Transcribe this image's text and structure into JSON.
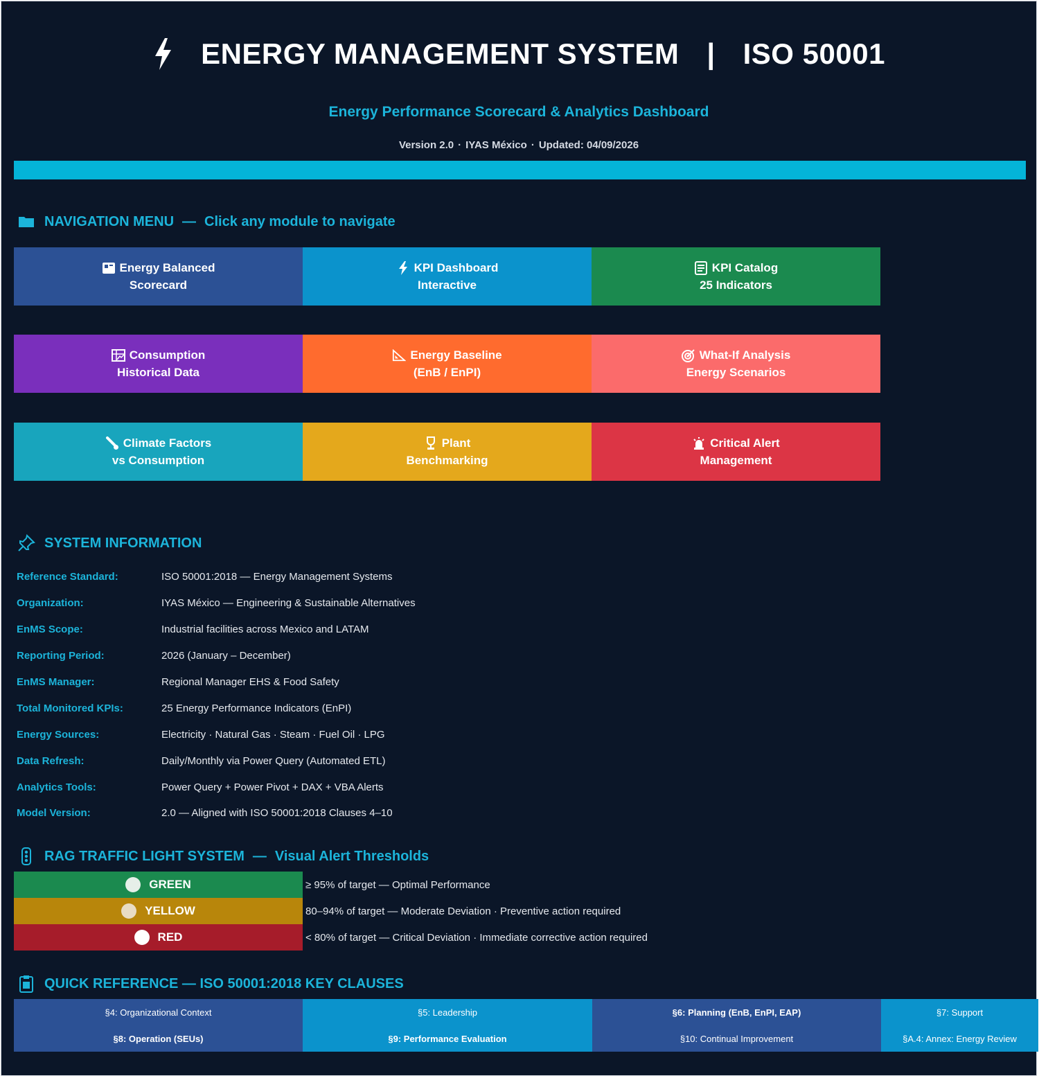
{
  "header": {
    "title_left": "ENERGY MANAGEMENT SYSTEM",
    "separator": "|",
    "title_right": "ISO 50001",
    "subtitle": "Energy Performance Scorecard & Analytics Dashboard",
    "version": "Version 2.0",
    "org": "IYAS México",
    "updated": "Updated: 04/09/2026",
    "dot": "·"
  },
  "nav": {
    "title": "NAVIGATION MENU",
    "dash": "—",
    "hint": "Click any module to navigate",
    "tiles": [
      {
        "line1": "Energy Balanced",
        "line2": "Scorecard",
        "icon": "scorecard-icon",
        "color": "#2c5195"
      },
      {
        "line1": "KPI Dashboard",
        "line2": "Interactive",
        "icon": "lightning-icon",
        "color": "#0b93cc"
      },
      {
        "line1": "KPI Catalog",
        "line2": "25 Indicators",
        "icon": "catalog-icon",
        "color": "#1b8a4f"
      },
      {
        "line1": "Consumption",
        "line2": "Historical Data",
        "icon": "grid-chart-icon",
        "color": "#7a2fbc"
      },
      {
        "line1": "Energy Baseline",
        "line2": "(EnB / EnPI)",
        "icon": "triangle-ruler-icon",
        "color": "#ff6b2e"
      },
      {
        "line1": "What-If Analysis",
        "line2": "Energy Scenarios",
        "icon": "target-icon",
        "color": "#fb6b6b"
      },
      {
        "line1": "Climate Factors",
        "line2": "vs Consumption",
        "icon": "thermometer-icon",
        "color": "#18a5bd"
      },
      {
        "line1": "Plant",
        "line2": "Benchmarking",
        "icon": "trophy-icon",
        "color": "#e4a81c"
      },
      {
        "line1": "Critical Alert",
        "line2": "Management",
        "icon": "alarm-icon",
        "color": "#dc3545"
      }
    ]
  },
  "system_info": {
    "title": "SYSTEM INFORMATION",
    "rows": [
      {
        "label": "Reference Standard:",
        "value": "ISO 50001:2018 — Energy Management Systems"
      },
      {
        "label": "Organization:",
        "value": "IYAS México — Engineering & Sustainable Alternatives"
      },
      {
        "label": "EnMS Scope:",
        "value": "Industrial facilities across Mexico and LATAM"
      },
      {
        "label": "Reporting Period:",
        "value": "2026 (January – December)"
      },
      {
        "label": "EnMS Manager:",
        "value": "Regional Manager EHS & Food Safety"
      },
      {
        "label": "Total Monitored KPIs:",
        "value": "25 Energy Performance Indicators (EnPI)"
      },
      {
        "label": "Energy Sources:",
        "value": "Electricity · Natural Gas · Steam · Fuel Oil · LPG"
      },
      {
        "label": "Data Refresh:",
        "value": "Daily/Monthly via Power Query (Automated ETL)"
      },
      {
        "label": "Analytics Tools:",
        "value": "Power Query + Power Pivot + DAX + VBA Alerts"
      },
      {
        "label": "Model Version:",
        "value": "2.0 — Aligned with ISO 50001:2018 Clauses 4–10"
      }
    ]
  },
  "rag": {
    "title": "RAG TRAFFIC LIGHT SYSTEM",
    "dash": "—",
    "hint": "Visual Alert Thresholds",
    "rows": [
      {
        "label": "GREEN",
        "desc": "≥ 95% of target — Optimal Performance",
        "color": "#1b8a4f",
        "dot": "#e6efe9"
      },
      {
        "label": "YELLOW",
        "desc": "80–94% of target — Moderate Deviation · Preventive action required",
        "color": "#b8860b",
        "dot": "#e8dcc4"
      },
      {
        "label": "RED",
        "desc": "< 80% of target — Critical Deviation · Immediate corrective action required",
        "color": "#a61c2a",
        "dot": "#ffffff"
      }
    ]
  },
  "quick_ref": {
    "title": "QUICK REFERENCE — ISO 50001:2018 KEY CLAUSES",
    "columns": [
      {
        "color": "#2c5195",
        "top": "§4: Organizational Context",
        "bottom": "§8: Operation (SEUs)"
      },
      {
        "color": "#0b93cc",
        "top": "§5: Leadership",
        "bottom": "§9: Performance Evaluation"
      },
      {
        "color": "#2c5195",
        "top": "§6: Planning (EnB, EnPI, EAP)",
        "bottom": "§10: Continual Improvement"
      },
      {
        "color": "#0b93cc",
        "top": "§7: Support",
        "bottom": "§A.4: Annex: Energy Review"
      }
    ]
  }
}
